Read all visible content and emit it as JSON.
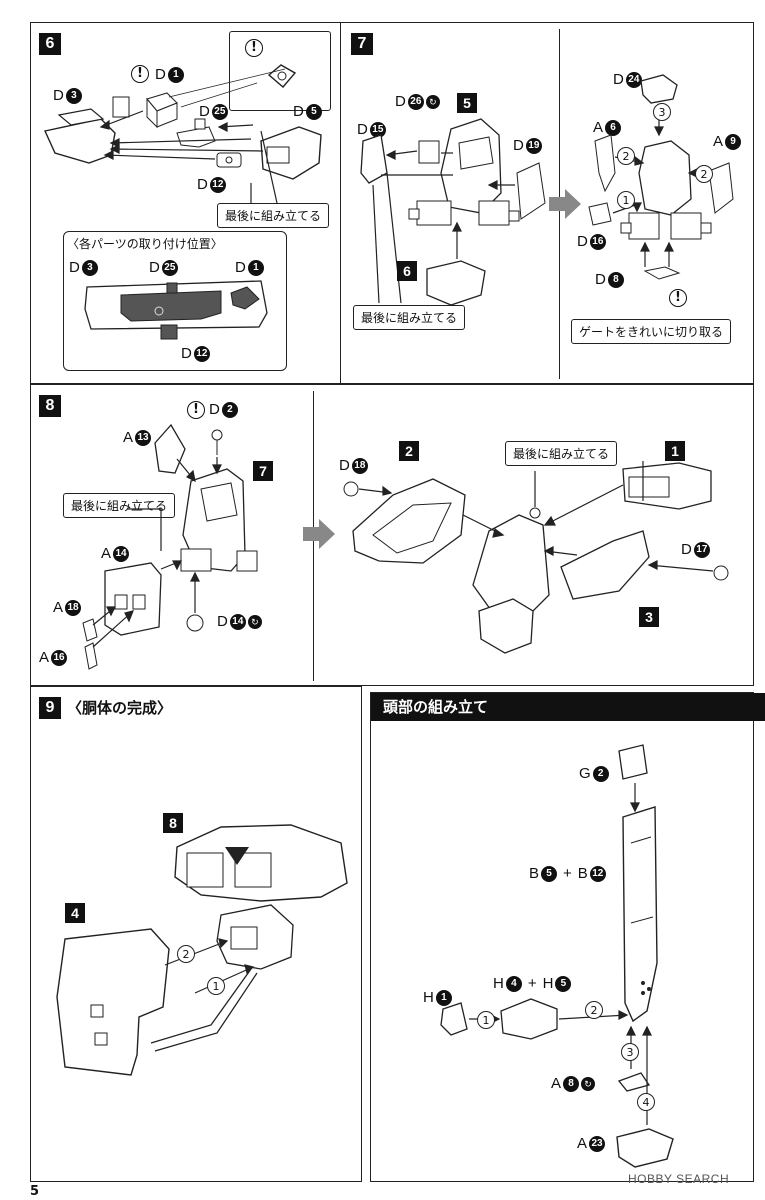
{
  "page_number": "5",
  "watermark": "HOBBY SEARCH",
  "steps": {
    "s6": {
      "number": "6",
      "labels": {
        "d3": "D",
        "d1": "D",
        "d25": "D",
        "d5": "D",
        "d12": "D"
      },
      "nums": {
        "d3": "3",
        "d1": "1",
        "d25": "25",
        "d5": "5",
        "d12": "12"
      },
      "note": "最後に組み立てる",
      "inset_title": "〈各パーツの取り付け位置〉",
      "inset_labels": {
        "d3": "D",
        "d25": "D",
        "d1": "D",
        "d12": "D"
      }
    },
    "s7": {
      "number": "7",
      "labels": {
        "d26": "D",
        "d15": "D",
        "d19": "D",
        "d24": "D",
        "a6": "A",
        "a9": "A",
        "d16": "D",
        "d8": "D"
      },
      "nums": {
        "d26": "26",
        "d15": "15",
        "d19": "19",
        "d24": "24",
        "a6": "6",
        "a9": "9",
        "d16": "16",
        "d8": "8"
      },
      "sub5": "5",
      "sub6": "6",
      "note": "最後に組み立てる",
      "note_gate": "ゲートをきれいに切り取る",
      "order": [
        "1",
        "2",
        "2",
        "3"
      ]
    },
    "s8": {
      "number": "8",
      "labels": {
        "a13": "A",
        "d2": "D",
        "a14": "A",
        "a18": "A",
        "a16": "A",
        "d14": "D",
        "d18": "D",
        "d17": "D"
      },
      "nums": {
        "a13": "13",
        "d2": "2",
        "a14": "14",
        "a18": "18",
        "a16": "16",
        "d14": "14",
        "d18": "18",
        "d17": "17"
      },
      "sub7": "7",
      "sub2": "2",
      "sub1": "1",
      "sub3": "3",
      "note1": "最後に組み立てる",
      "note2": "最後に組み立てる"
    },
    "s9": {
      "number": "9",
      "title": "〈胴体の完成〉",
      "sub8": "8",
      "sub4": "4",
      "order": [
        "1",
        "2"
      ]
    },
    "head": {
      "title": "頭部の組み立て",
      "g2": "G",
      "g2n": "2",
      "b5b12": {
        "b1": "B",
        "n1": "5",
        "plus": "+",
        "b2": "B",
        "n2": "12"
      },
      "h1": "H",
      "h1n": "1",
      "h4h5": {
        "h1": "H",
        "n1": "4",
        "plus": "+",
        "h2": "H",
        "n2": "5"
      },
      "a8": "A",
      "a8n": "8",
      "a23": "A",
      "a23n": "23",
      "order": [
        "1",
        "2",
        "3",
        "4"
      ]
    }
  }
}
